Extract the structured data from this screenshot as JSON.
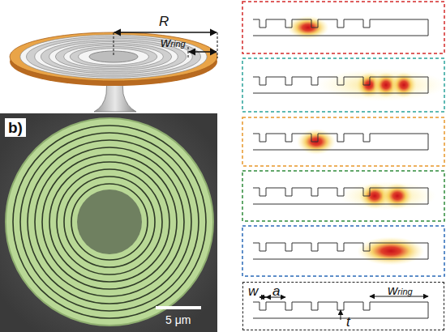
{
  "diagram": {
    "nodes": [
      {
        "text": [
          "w",
          "a",
          "t",
          "wring"
        ]
      }
    ],
    "labels": [
      "R",
      "wring",
      "b)",
      "5 μm"
    ]
  }
}
